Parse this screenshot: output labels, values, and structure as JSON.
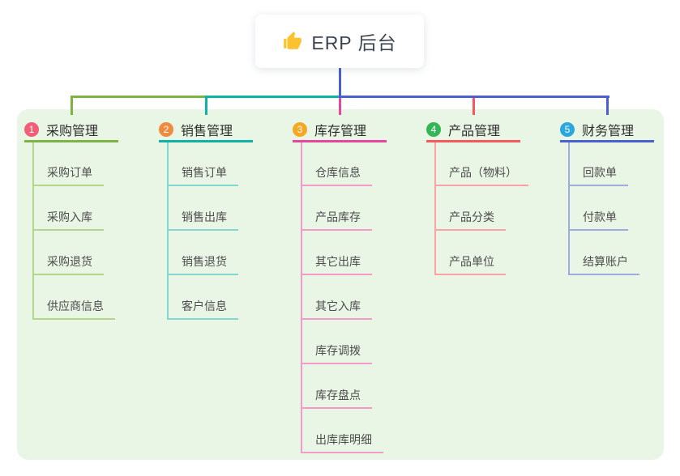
{
  "root": {
    "title": "ERP 后台",
    "icon": "thumbs-up-icon",
    "icon_color": "#f9c22e",
    "stem_color": "#4a5fd0"
  },
  "panel": {
    "background": "#e9f5e5"
  },
  "branches": [
    {
      "badge": "1",
      "label": "采购管理",
      "badge_color": "#f25d77",
      "line_color": "#7cb342",
      "child_line_color": "#b2d78c",
      "children": [
        "采购订单",
        "采购入库",
        "采购退货",
        "供应商信息"
      ]
    },
    {
      "badge": "2",
      "label": "销售管理",
      "badge_color": "#f08a3c",
      "line_color": "#10b2a6",
      "child_line_color": "#83d7d0",
      "children": [
        "销售订单",
        "销售出库",
        "销售退货",
        "客户信息"
      ]
    },
    {
      "badge": "3",
      "label": "库存管理",
      "badge_color": "#f7a823",
      "line_color": "#e8459c",
      "child_line_color": "#f29bc6",
      "children": [
        "仓库信息",
        "产品库存",
        "其它出库",
        "其它入库",
        "库存调拨",
        "库存盘点",
        "出库库明细"
      ]
    },
    {
      "badge": "4",
      "label": "产品管理",
      "badge_color": "#35b558",
      "line_color": "#f8575f",
      "child_line_color": "#fba3a4",
      "children": [
        "产品（物料）",
        "产品分类",
        "产品单位"
      ]
    },
    {
      "badge": "5",
      "label": "财务管理",
      "badge_color": "#2ba7df",
      "line_color": "#4a5fd0",
      "child_line_color": "#9dade0",
      "children": [
        "回款单",
        "付款单",
        "结算账户"
      ]
    }
  ]
}
